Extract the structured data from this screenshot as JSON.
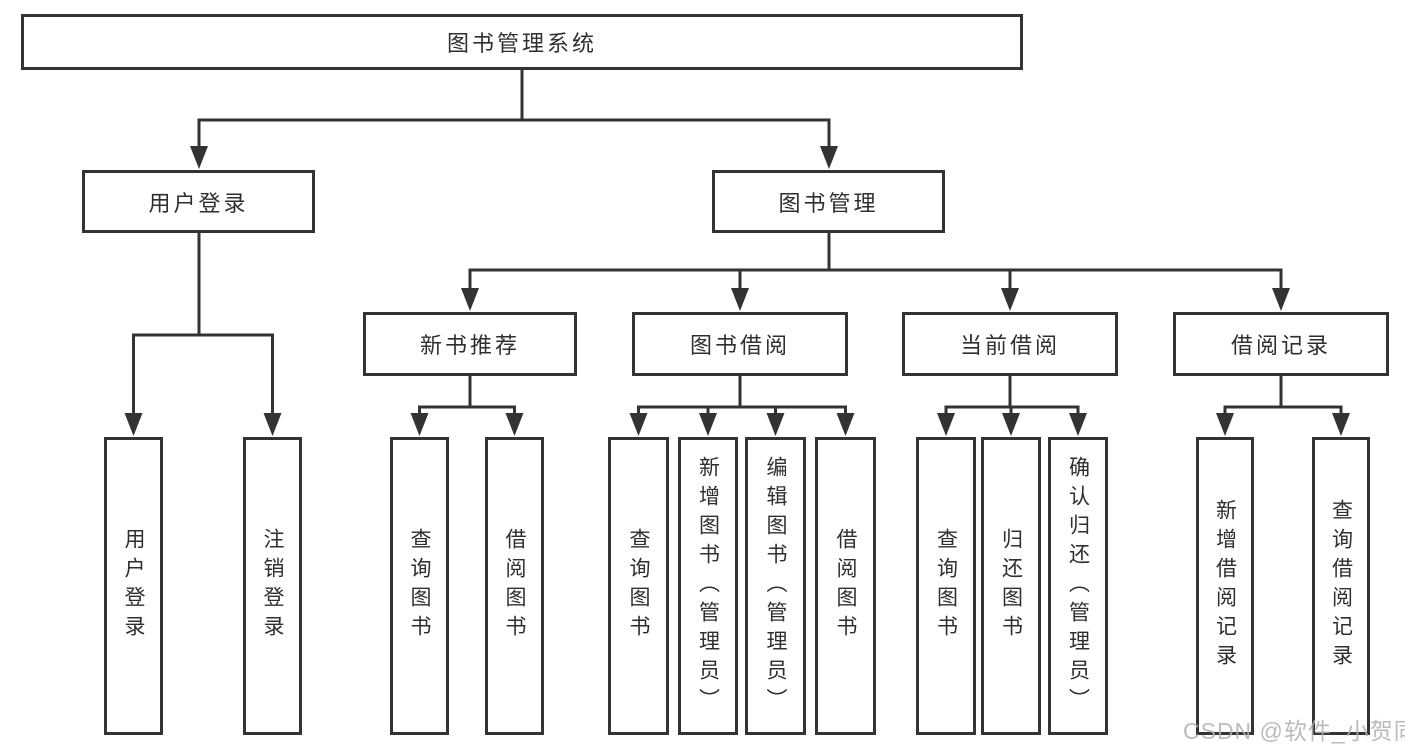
{
  "diagram": {
    "root": {
      "label": "图书管理系统"
    },
    "children": [
      {
        "label": "用户登录",
        "children": [
          {
            "label": "用户登录"
          },
          {
            "label": "注销登录"
          }
        ]
      },
      {
        "label": "图书管理",
        "children": [
          {
            "label": "新书推荐",
            "children": [
              {
                "label": "查询图书"
              },
              {
                "label": "借阅图书"
              }
            ]
          },
          {
            "label": "图书借阅",
            "children": [
              {
                "label": "查询图书"
              },
              {
                "label": "新增图书（管理员）"
              },
              {
                "label": "编辑图书（管理员）"
              },
              {
                "label": "借阅图书"
              }
            ]
          },
          {
            "label": "当前借阅",
            "children": [
              {
                "label": "查询图书"
              },
              {
                "label": "归还图书"
              },
              {
                "label": "确认归还（管理员）"
              }
            ]
          },
          {
            "label": "借阅记录",
            "children": [
              {
                "label": "新增借阅记录"
              },
              {
                "label": "查询借阅记录"
              }
            ]
          }
        ]
      }
    ]
  },
  "watermark": {
    "text": "CSDN @软件_小贺同学"
  },
  "colors": {
    "line": "#333333",
    "text": "#2f2f2f",
    "background": "#ffffff",
    "watermark": "#b0b0b0"
  }
}
